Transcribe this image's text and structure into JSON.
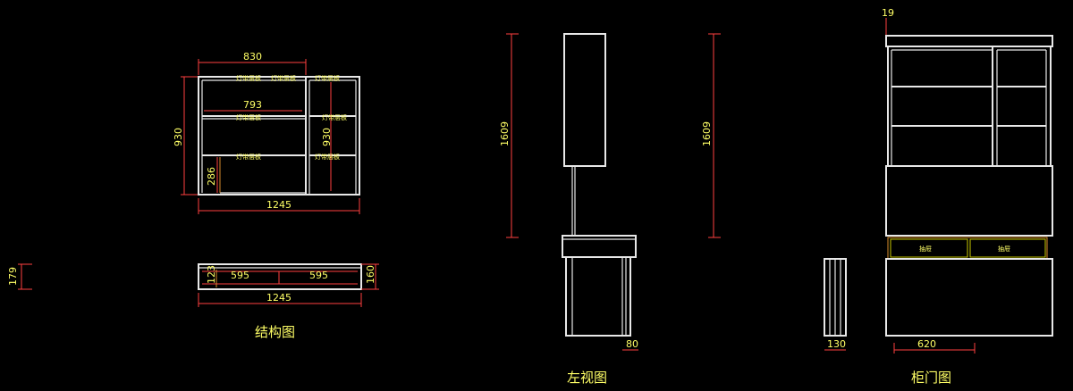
{
  "captions": {
    "structure": "结构图",
    "left_view": "左视图",
    "door_view": "柜门图"
  },
  "structure_plan": {
    "dim_top": "830",
    "dim_inner": "793",
    "dim_height_left": "930",
    "dim_height_right": "930",
    "dim_gap": "286",
    "dim_width": "1245",
    "shelf_labels": [
      "灯带层板",
      "灯带层板",
      "灯带层板",
      "灯带层板",
      "灯带层板",
      "灯带层板",
      "灯带层板"
    ]
  },
  "structure_base": {
    "dim_side": "179",
    "dim_depth": "123",
    "dim_left": "595",
    "dim_right": "595",
    "dim_height": "160",
    "dim_width": "1245"
  },
  "left_view": {
    "dim_height_a": "1609",
    "dim_height_b": "1609",
    "dim_depth": "80"
  },
  "door_view": {
    "dim_top": "19",
    "drawer_left": "抽屉",
    "drawer_right": "抽屉",
    "dim_depth": "130",
    "dim_width": "620"
  },
  "colors": {
    "background": "#000000",
    "line": "#e8e8e8",
    "dimension": "#ffff66",
    "guide": "#ff4040",
    "accent": "#d98c2b"
  }
}
